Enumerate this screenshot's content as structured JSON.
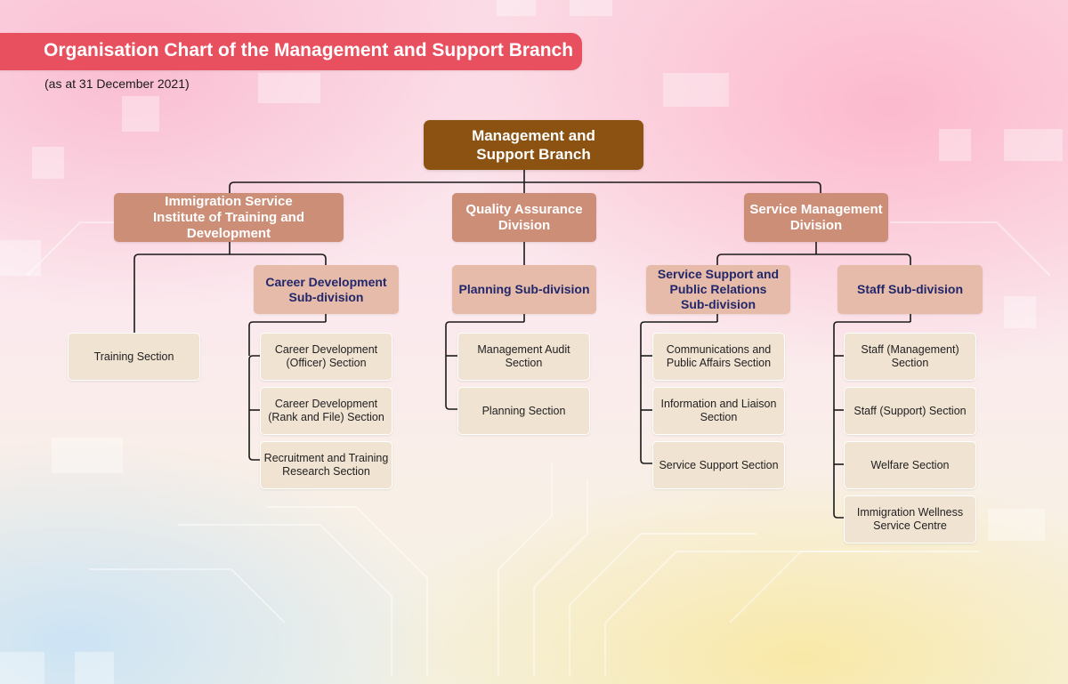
{
  "header": {
    "title": "Organisation Chart of the Management and Support Branch",
    "date_note": "(as at 31 December 2021)"
  },
  "colors": {
    "title_bar": "#e8505f",
    "root_box": "#8b5212",
    "division_box": "#cd8e78",
    "subdivision_box": "#e6bba9",
    "subdivision_text": "#22276b",
    "section_box": "#f0e3d2",
    "connector_line": "#1a1a1a"
  },
  "chart": {
    "root": {
      "line1": "Management and",
      "line2": "Support Branch"
    },
    "divisions": [
      {
        "line1": "Immigration Service",
        "line2": "Institute of Training and Development",
        "direct_sections": [
          {
            "line1": "Training Section",
            "line2": ""
          }
        ],
        "subdivisions": [
          {
            "line1": "Career Development",
            "line2": "Sub-division",
            "line3": "",
            "sections": [
              {
                "line1": "Career Development",
                "line2": "(Officer) Section"
              },
              {
                "line1": "Career Development",
                "line2": "(Rank and File) Section"
              },
              {
                "line1": "Recruitment and Training",
                "line2": "Research Section"
              }
            ]
          }
        ]
      },
      {
        "line1": "Quality Assurance",
        "line2": "Division",
        "direct_sections": [],
        "subdivisions": [
          {
            "line1": "Planning Sub-division",
            "line2": "",
            "line3": "",
            "sections": [
              {
                "line1": "Management Audit",
                "line2": "Section"
              },
              {
                "line1": "Planning Section",
                "line2": ""
              }
            ]
          }
        ]
      },
      {
        "line1": "Service Management",
        "line2": "Division",
        "direct_sections": [],
        "subdivisions": [
          {
            "line1": "Service Support and",
            "line2": "Public Relations",
            "line3": "Sub-division",
            "sections": [
              {
                "line1": "Communications and",
                "line2": "Public Affairs Section"
              },
              {
                "line1": "Information and Liaison",
                "line2": "Section"
              },
              {
                "line1": "Service Support Section",
                "line2": ""
              }
            ]
          },
          {
            "line1": "Staff Sub-division",
            "line2": "",
            "line3": "",
            "sections": [
              {
                "line1": "Staff (Management)",
                "line2": "Section"
              },
              {
                "line1": "Staff (Support) Section",
                "line2": ""
              },
              {
                "line1": "Welfare Section",
                "line2": ""
              },
              {
                "line1": "Immigration Wellness",
                "line2": "Service Centre"
              }
            ]
          }
        ]
      }
    ]
  }
}
